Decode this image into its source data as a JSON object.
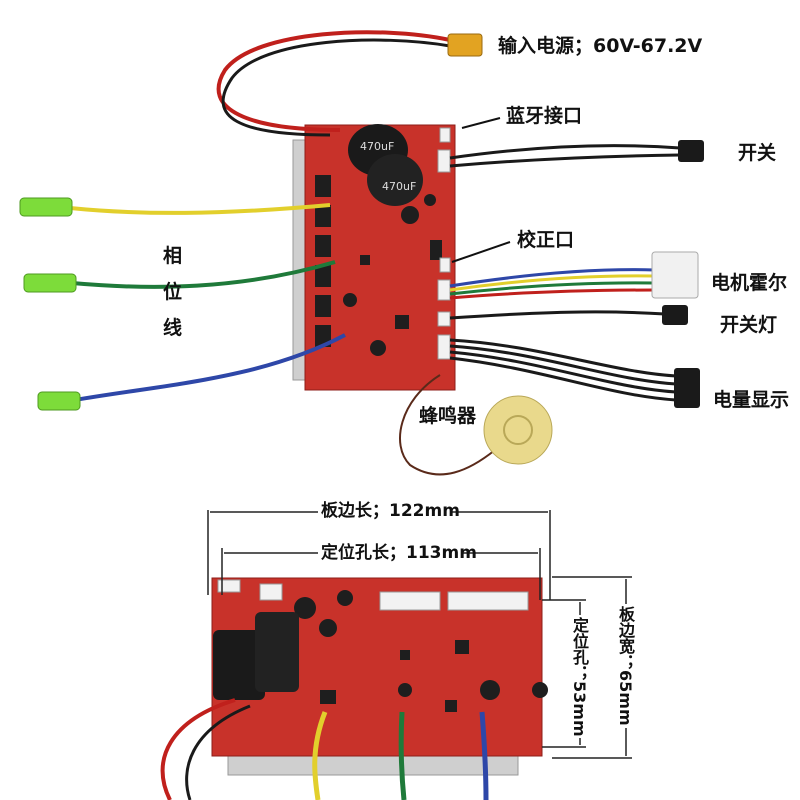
{
  "top_labels": {
    "power_input": "输入电源；60V-67.2V",
    "bluetooth_port": "蓝牙接口",
    "switch": "开关",
    "calibration_port": "校正口",
    "motor_hall": "电机霍尔",
    "switch_light": "开关灯",
    "battery_display": "电量显示",
    "buzzer": "蜂鸣器",
    "phase_line_chars": [
      "相",
      "位",
      "线"
    ]
  },
  "capacitor_marking": "470uF",
  "dimensions": {
    "board_length": "板边长；122mm",
    "hole_length": "定位孔长；113mm",
    "hole_width": "定位孔；53mm",
    "board_width": "板边宽；65mm"
  },
  "colors": {
    "pcb_red": "#c8322a",
    "heatsink": "#c9c9c9",
    "wire_red": "#c0201c",
    "wire_yellow": "#e2cf2c",
    "wire_green": "#1f7a3a",
    "wire_blue": "#2e47a8",
    "connector_green": "#7ddc3a",
    "buzzer": "#e9d98c"
  }
}
